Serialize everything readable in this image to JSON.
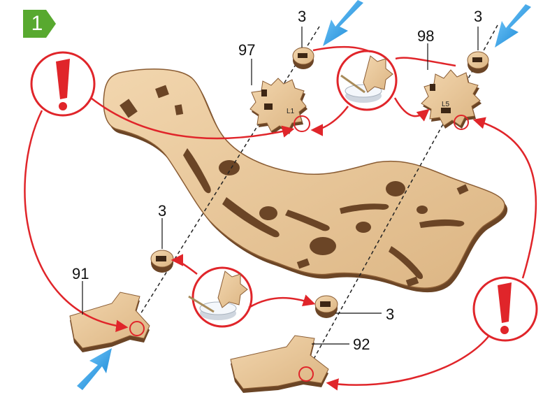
{
  "step": {
    "number": "1",
    "color": "#58a92f"
  },
  "labels": {
    "part_97": "97",
    "part_98": "98",
    "part_91": "91",
    "part_92": "92",
    "spacer_top_left": "3",
    "spacer_top_right": "3",
    "spacer_mid_left": "3",
    "spacer_mid_right": "3",
    "gear_97_mark": "L1",
    "gear_98_mark": "L5"
  },
  "colors": {
    "wood": "#e9c89b",
    "wood_edge": "#6b4526",
    "callout": "#e0252a",
    "arrow_blue": "#1b9be0",
    "glue": "#ffffff"
  }
}
